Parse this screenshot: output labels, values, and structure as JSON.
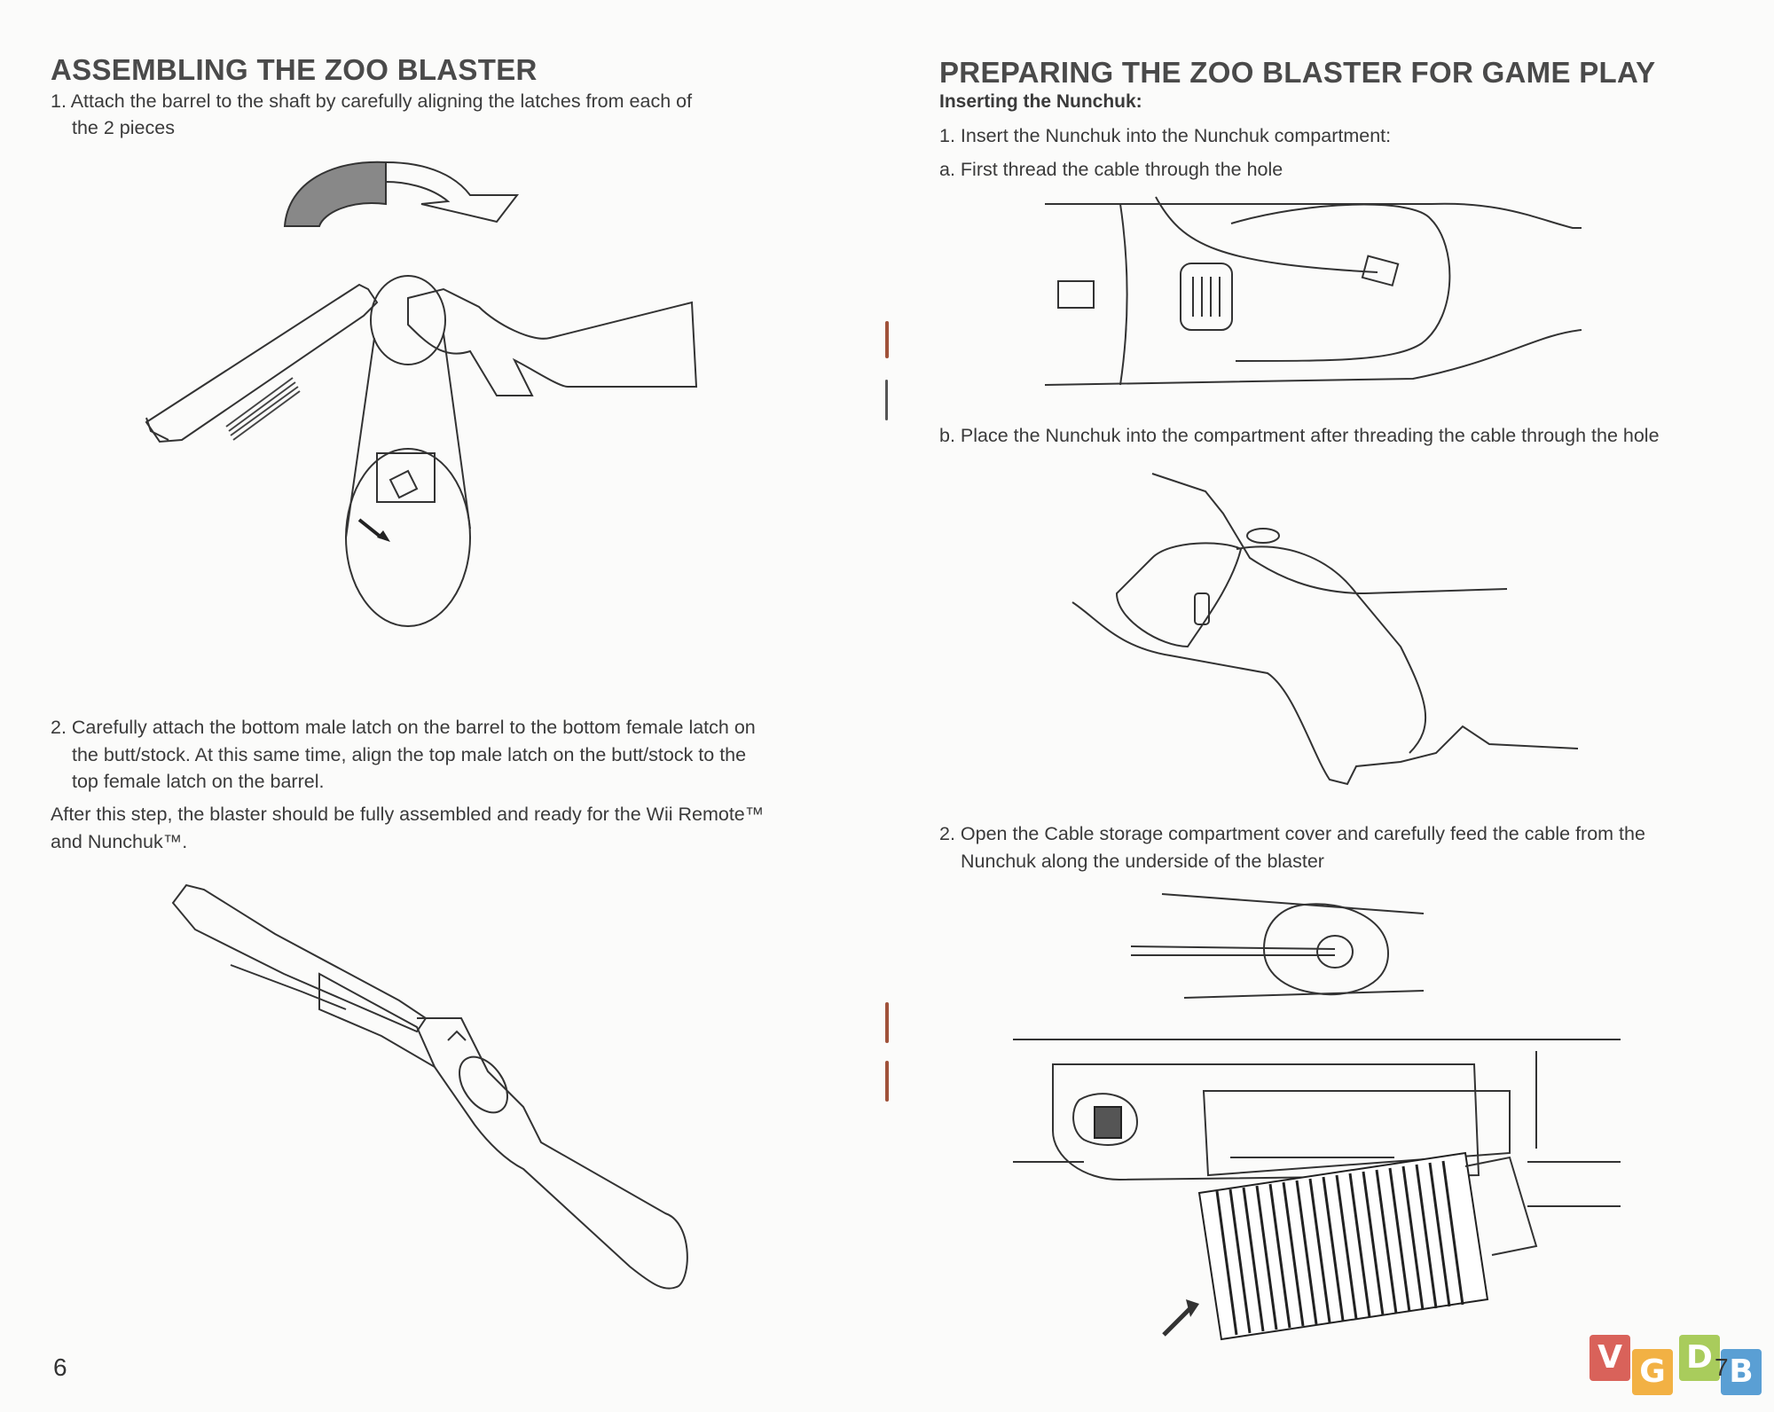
{
  "left_page": {
    "title": "ASSEMBLING THE ZOO BLASTER",
    "step1_line1": "1. Attach the barrel to the shaft by carefully aligning the latches from each of",
    "step1_line2": "the 2 pieces",
    "step2_line1": "2. Carefully attach the bottom male latch on the barrel to the bottom female latch on",
    "step2_line2": "the butt/stock. At this same time, align the top male latch on the butt/stock to the",
    "step2_line3": "top female latch on the barrel.",
    "after_line1": "After this step, the blaster should be fully assembled and ready for the Wii Remote™",
    "after_line2": "and Nunchuk™.",
    "page_number": "6"
  },
  "right_page": {
    "title": "PREPARING THE ZOO BLASTER FOR GAME PLAY",
    "subtitle": "Inserting the Nunchuk:",
    "step1": "1. Insert the Nunchuk into the Nunchuk compartment:",
    "step1a": "a. First thread the cable through the hole",
    "step1b": "b. Place the Nunchuk into the compartment after threading the cable through the hole",
    "step2_line1": "2. Open the Cable storage compartment cover and carefully feed the cable from the",
    "step2_line2": "Nunchuk along the underside of the blaster",
    "page_number": "7"
  },
  "watermark": {
    "letters": [
      "V",
      "G",
      "D",
      "B"
    ],
    "colors": [
      "#d9625a",
      "#f2b144",
      "#a9cc5c",
      "#5a9fd4"
    ]
  }
}
